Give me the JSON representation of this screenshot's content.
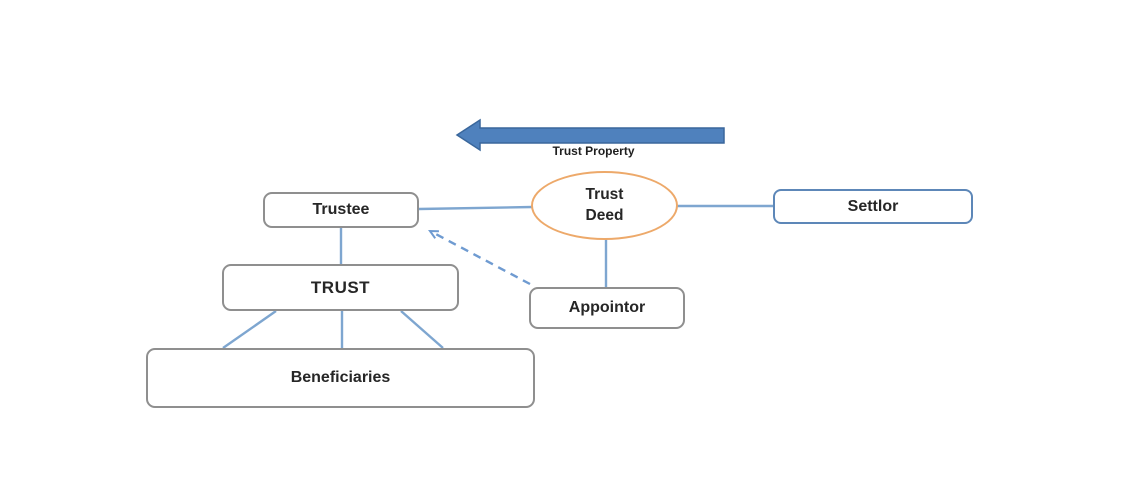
{
  "diagram": {
    "arrow": {
      "label": "Trust Property"
    },
    "nodes": {
      "trustee": {
        "label": "Trustee"
      },
      "trust": {
        "label": "TRUST"
      },
      "beneficiaries": {
        "label": "Beneficiaries"
      },
      "trust_deed": {
        "label_line1": "Trust",
        "label_line2": "Deed"
      },
      "settlor": {
        "label": "Settlor"
      },
      "appointor": {
        "label": "Appointor"
      }
    },
    "colors": {
      "arrow_fill": "#4f81bd",
      "arrow_stroke": "#3a679c",
      "connector": "#7ea6d0",
      "dashed_arrow": "#6f9bd1",
      "ellipse_border": "#eda96a",
      "box_border_grey": "#8f8f8f",
      "settlor_border": "#5d87b8",
      "text": "#262626",
      "background": "#ffffff"
    }
  }
}
